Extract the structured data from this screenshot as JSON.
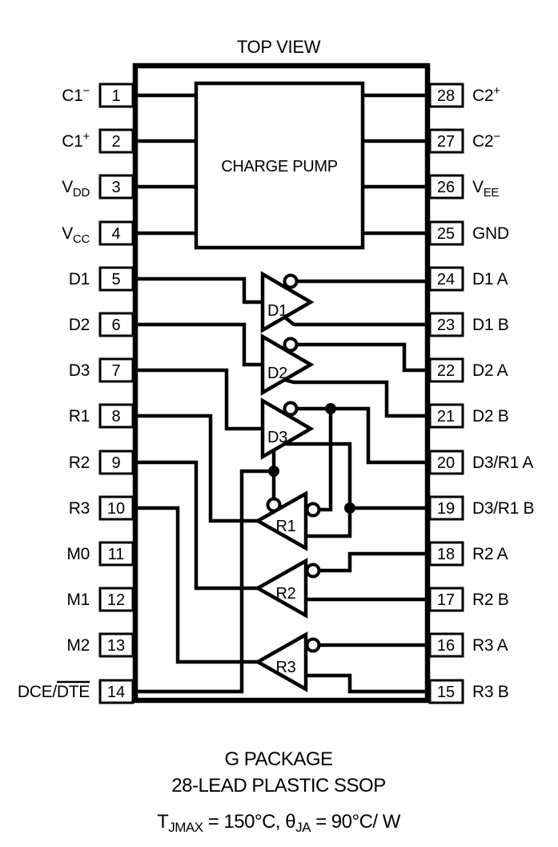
{
  "title": "TOP VIEW",
  "chip": {
    "block_label": "CHARGE PUMP"
  },
  "drivers": [
    {
      "label": "D1"
    },
    {
      "label": "D2"
    },
    {
      "label": "D3"
    }
  ],
  "receivers": [
    {
      "label": "R1"
    },
    {
      "label": "R2"
    },
    {
      "label": "R3"
    }
  ],
  "pins_left": [
    {
      "num": "1",
      "base": "C1",
      "sup": "−"
    },
    {
      "num": "2",
      "base": "C1",
      "sup": "+"
    },
    {
      "num": "3",
      "base": "V",
      "sub": "DD"
    },
    {
      "num": "4",
      "base": "V",
      "sub": "CC"
    },
    {
      "num": "5",
      "base": "D1"
    },
    {
      "num": "6",
      "base": "D2"
    },
    {
      "num": "7",
      "base": "D3"
    },
    {
      "num": "8",
      "base": "R1"
    },
    {
      "num": "9",
      "base": "R2"
    },
    {
      "num": "10",
      "base": "R3"
    },
    {
      "num": "11",
      "base": "M0"
    },
    {
      "num": "12",
      "base": "M1"
    },
    {
      "num": "13",
      "base": "M2"
    },
    {
      "num": "14",
      "base": "DCE/",
      "over": "DTE"
    }
  ],
  "pins_right": [
    {
      "num": "28",
      "base": "C2",
      "sup": "+"
    },
    {
      "num": "27",
      "base": "C2",
      "sup": "−"
    },
    {
      "num": "26",
      "base": "V",
      "sub": "EE"
    },
    {
      "num": "25",
      "base": "GND"
    },
    {
      "num": "24",
      "base": "D1 A"
    },
    {
      "num": "23",
      "base": "D1 B"
    },
    {
      "num": "22",
      "base": "D2 A"
    },
    {
      "num": "21",
      "base": "D2 B"
    },
    {
      "num": "20",
      "base": "D3/R1 A"
    },
    {
      "num": "19",
      "base": "D3/R1 B"
    },
    {
      "num": "18",
      "base": "R2 A"
    },
    {
      "num": "17",
      "base": "R2 B"
    },
    {
      "num": "16",
      "base": "R3 A"
    },
    {
      "num": "15",
      "base": "R3 B"
    }
  ],
  "footer": {
    "line1": "G PACKAGE",
    "line2": "28-LEAD PLASTIC SSOP",
    "thermal": {
      "t1": "T",
      "sub1": "JMAX",
      "t2": " = 150°C, ",
      "t3": "θ",
      "sub2": "JA",
      "t4": " = 90°C/ W"
    }
  },
  "colors": {
    "ink": "#000000",
    "background": "#ffffff"
  }
}
